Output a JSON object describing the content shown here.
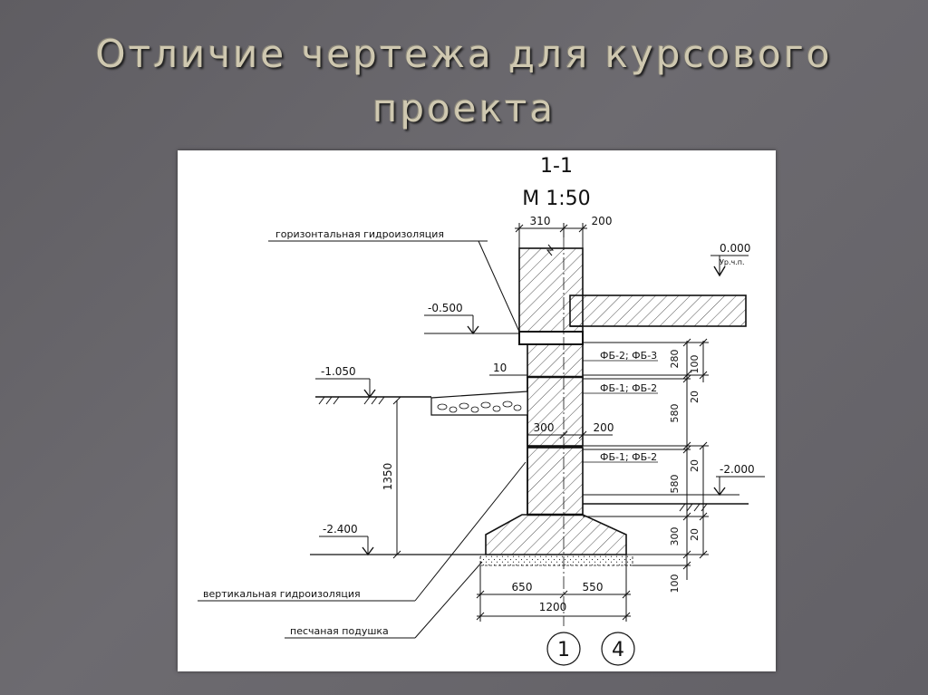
{
  "slide": {
    "title_line1": "Отличие чертежа для курсового",
    "title_line2": "проекта"
  },
  "drawing": {
    "section_label": "1-1",
    "scale_label": "М 1:50",
    "labels": {
      "horizontal_waterproofing": "горизонтальная гидроизоляция",
      "vertical_waterproofing": "вертикальная гидроизоляция",
      "sand_cushion": "песчаная подушка",
      "floor_level_note": "Ур.ч.п."
    },
    "levels": {
      "zero": "0.000",
      "minus_0500": "-0.500",
      "minus_1050": "-1.050",
      "minus_2000": "-2.000",
      "minus_2400": "-2.400"
    },
    "blocks": {
      "fb_2_3": "ФБ-2; ФБ-3",
      "fb_1_2_upper": "ФБ-1; ФБ-2",
      "fb_1_2_lower": "ФБ-1; ФБ-2"
    },
    "dimensions": {
      "top_310": "310",
      "top_200": "200",
      "mid_300": "300",
      "mid_200": "200",
      "offset_10": "10",
      "depth_1350": "1350",
      "base_650": "650",
      "base_550": "550",
      "base_1200": "1200",
      "v_280": "280",
      "v_100_top": "100",
      "v_20_a": "20",
      "v_580_a": "580",
      "v_20_b": "20",
      "v_580_b": "580",
      "v_20_c": "20",
      "v_300": "300",
      "v_100_bottom": "100"
    },
    "axes": {
      "axis_1": "1",
      "axis_4": "4"
    }
  }
}
